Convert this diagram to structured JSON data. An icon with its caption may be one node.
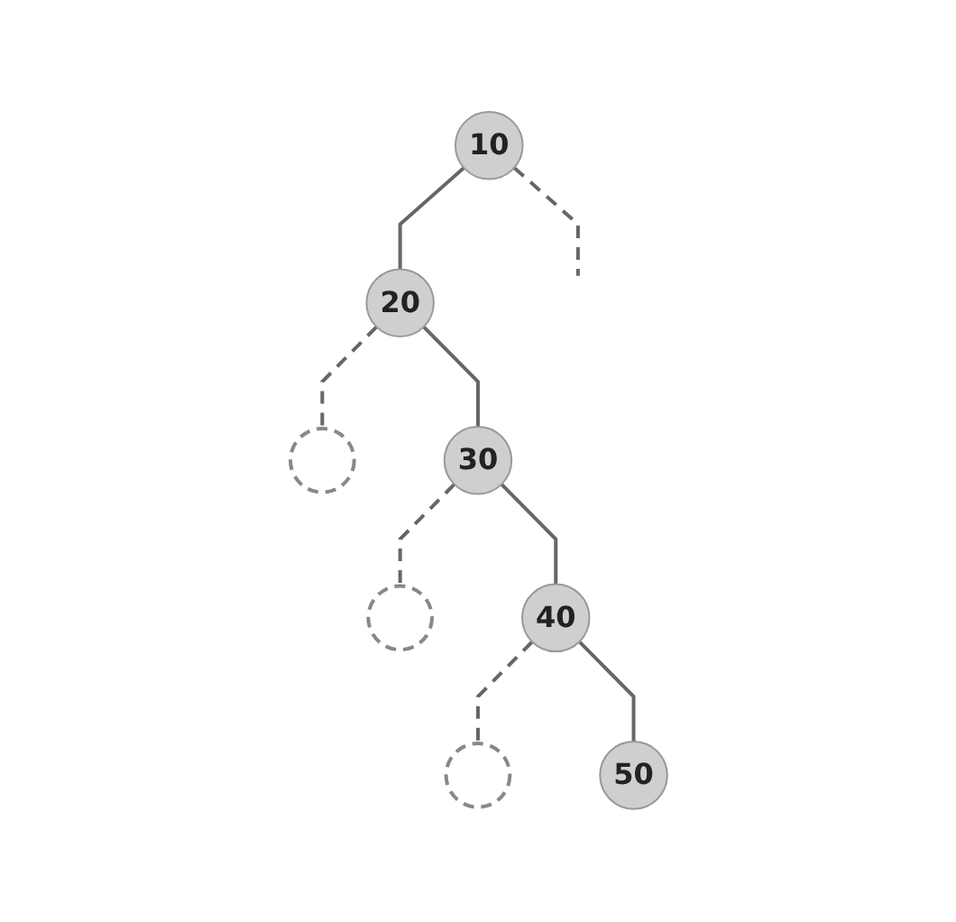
{
  "diagram": {
    "nodes": [
      {
        "text": [
          "10"
        ]
      },
      {
        "text": [
          "20"
        ]
      },
      {
        "text": [],
        "shape": "circle"
      },
      {
        "text": [
          "30"
        ]
      },
      {
        "text": [],
        "shape": "circle"
      },
      {
        "text": [
          "40"
        ]
      },
      {
        "text": [],
        "shape": "circle"
      },
      {
        "text": [
          "50"
        ]
      }
    ],
    "edges": [
      {
        "from": 0,
        "to": null,
        "arrow": "none",
        "style": "dashed"
      },
      {
        "from": 0,
        "to": 1,
        "arrow": "none"
      },
      {
        "from": 1,
        "to": 2,
        "arrow": "none",
        "style": "dashed"
      },
      {
        "from": 1,
        "to": 3,
        "arrow": "none"
      },
      {
        "from": 3,
        "to": 4,
        "arrow": "none",
        "style": "dashed"
      },
      {
        "from": 3,
        "to": 5,
        "arrow": "none"
      },
      {
        "from": 5,
        "to": 6,
        "arrow": "none",
        "style": "dashed"
      },
      {
        "from": 5,
        "to": 7,
        "arrow": "none"
      }
    ]
  }
}
